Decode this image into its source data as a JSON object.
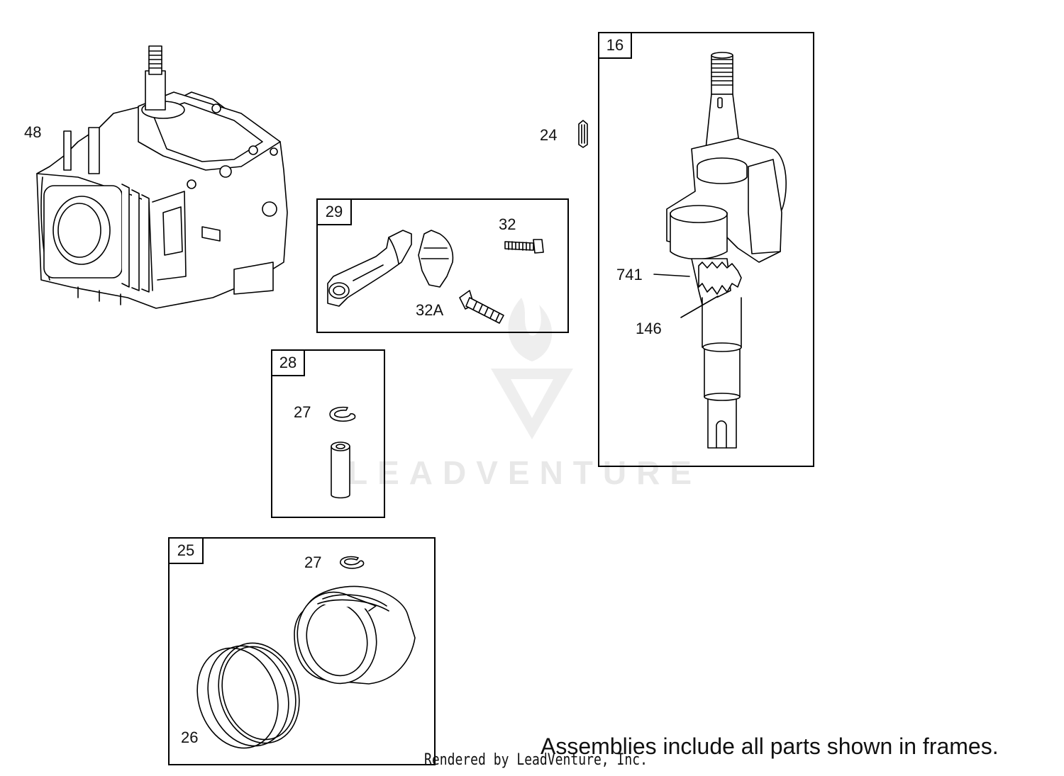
{
  "frames": [
    {
      "id": "16",
      "label": "16"
    },
    {
      "id": "29",
      "label": "29"
    },
    {
      "id": "28",
      "label": "28"
    },
    {
      "id": "25",
      "label": "25"
    }
  ],
  "callouts": {
    "c48": "48",
    "c24": "24",
    "c32": "32",
    "c32a": "32A",
    "c741": "741",
    "c146": "146",
    "c27a": "27",
    "c27b": "27",
    "c26": "26"
  },
  "watermark": "LEADVENTURE",
  "note": "Assemblies include all parts shown in frames.",
  "credit": "Rendered by LeadVenture, Inc."
}
